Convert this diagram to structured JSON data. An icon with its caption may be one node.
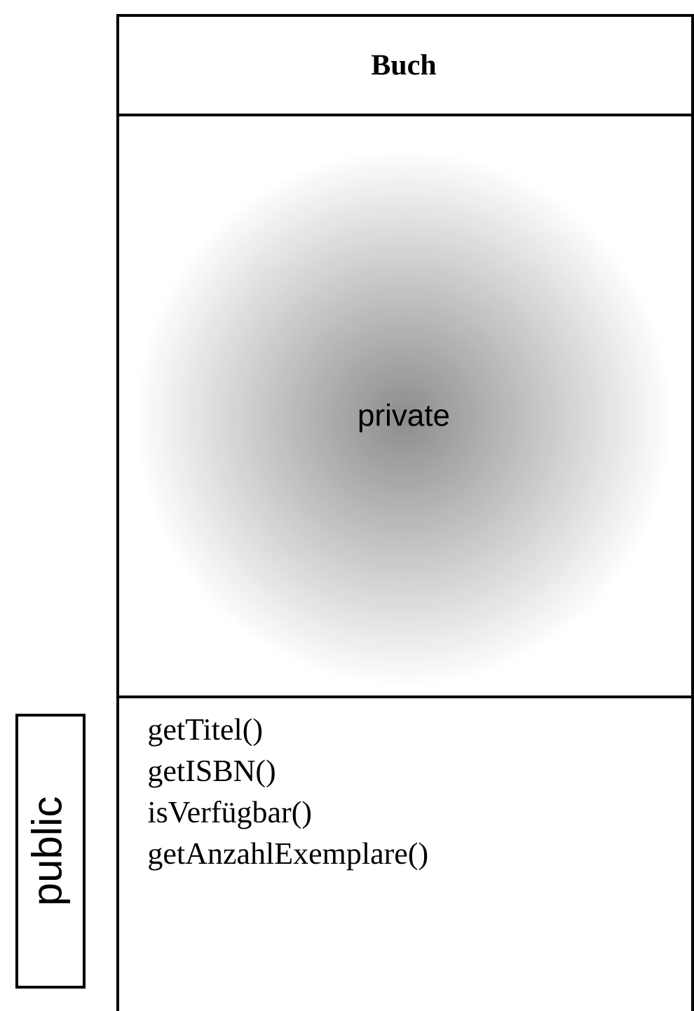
{
  "diagram": {
    "nodes": [
      {
        "text": [
          "Buch"
        ]
      },
      {
        "text": [
          "private"
        ],
        "in": 0
      },
      {
        "text": [
          "getTitel()",
          "getISBN()",
          "isVerfügbar()",
          "getAnzahlExemplare()"
        ],
        "in": 0
      },
      {
        "text": [
          "public"
        ]
      }
    ]
  }
}
